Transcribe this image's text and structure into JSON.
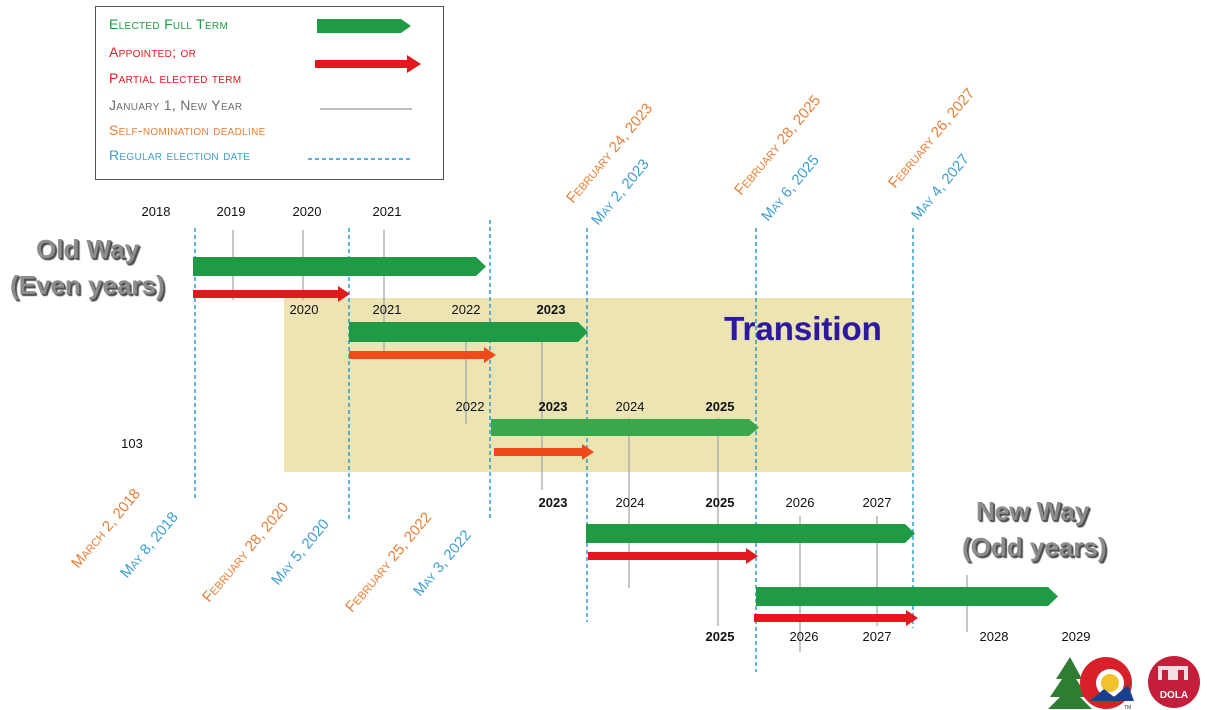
{
  "legend": {
    "elected_full_term": "Elected Full Term",
    "appointed_line1": "Appointed; or",
    "appointed_line2": "Partial elected term",
    "january_1": "January 1, New Year",
    "self_nomination": "Self-nomination deadline",
    "regular_election": "Regular election date"
  },
  "titles": {
    "old_way_line1": "Old Way",
    "old_way_line2": "(Even years)",
    "new_way_line1": "New Way",
    "new_way_line2": "(Odd years)",
    "transition": "Transition"
  },
  "stray_label": "103",
  "colors": {
    "green": "#1f9a45",
    "red": "#e4171c",
    "orange_arrow": "#ef4b1a",
    "orange_text": "#e87f35",
    "blue_text": "#3d9fd1",
    "gray_line": "#a9a9a9",
    "transition_band": "#ece5b3",
    "transition_text": "#2d1a9a"
  },
  "year_labels": [
    {
      "text": "2018",
      "bold": false
    },
    {
      "text": "2019",
      "bold": false
    },
    {
      "text": "2020",
      "bold": false
    },
    {
      "text": "2021",
      "bold": false
    },
    {
      "text": "2020",
      "bold": false
    },
    {
      "text": "2021",
      "bold": false
    },
    {
      "text": "2022",
      "bold": false
    },
    {
      "text": "2023",
      "bold": true
    },
    {
      "text": "2022",
      "bold": false
    },
    {
      "text": "2023",
      "bold": true
    },
    {
      "text": "2024",
      "bold": false
    },
    {
      "text": "2025",
      "bold": true
    },
    {
      "text": "2023",
      "bold": true
    },
    {
      "text": "2024",
      "bold": false
    },
    {
      "text": "2025",
      "bold": true
    },
    {
      "text": "2026",
      "bold": false
    },
    {
      "text": "2027",
      "bold": false
    },
    {
      "text": "2025",
      "bold": true
    },
    {
      "text": "2026",
      "bold": false
    },
    {
      "text": "2027",
      "bold": false
    },
    {
      "text": "2028",
      "bold": false
    },
    {
      "text": "2029",
      "bold": false
    }
  ],
  "election_dates": [
    {
      "deadline": "March 2, 2018",
      "election": "May 8, 2018"
    },
    {
      "deadline": "February 28, 2020",
      "election": "May 5, 2020"
    },
    {
      "deadline": "February 25, 2022",
      "election": "May 3, 2022"
    },
    {
      "deadline": "February 24, 2023",
      "election": "May 2, 2023"
    },
    {
      "deadline": "February 28, 2025",
      "election": "May 6, 2025"
    },
    {
      "deadline": "February 26, 2027",
      "election": "May 4, 2027"
    }
  ],
  "logo_text": "DOLA",
  "logo_tm": "TM"
}
